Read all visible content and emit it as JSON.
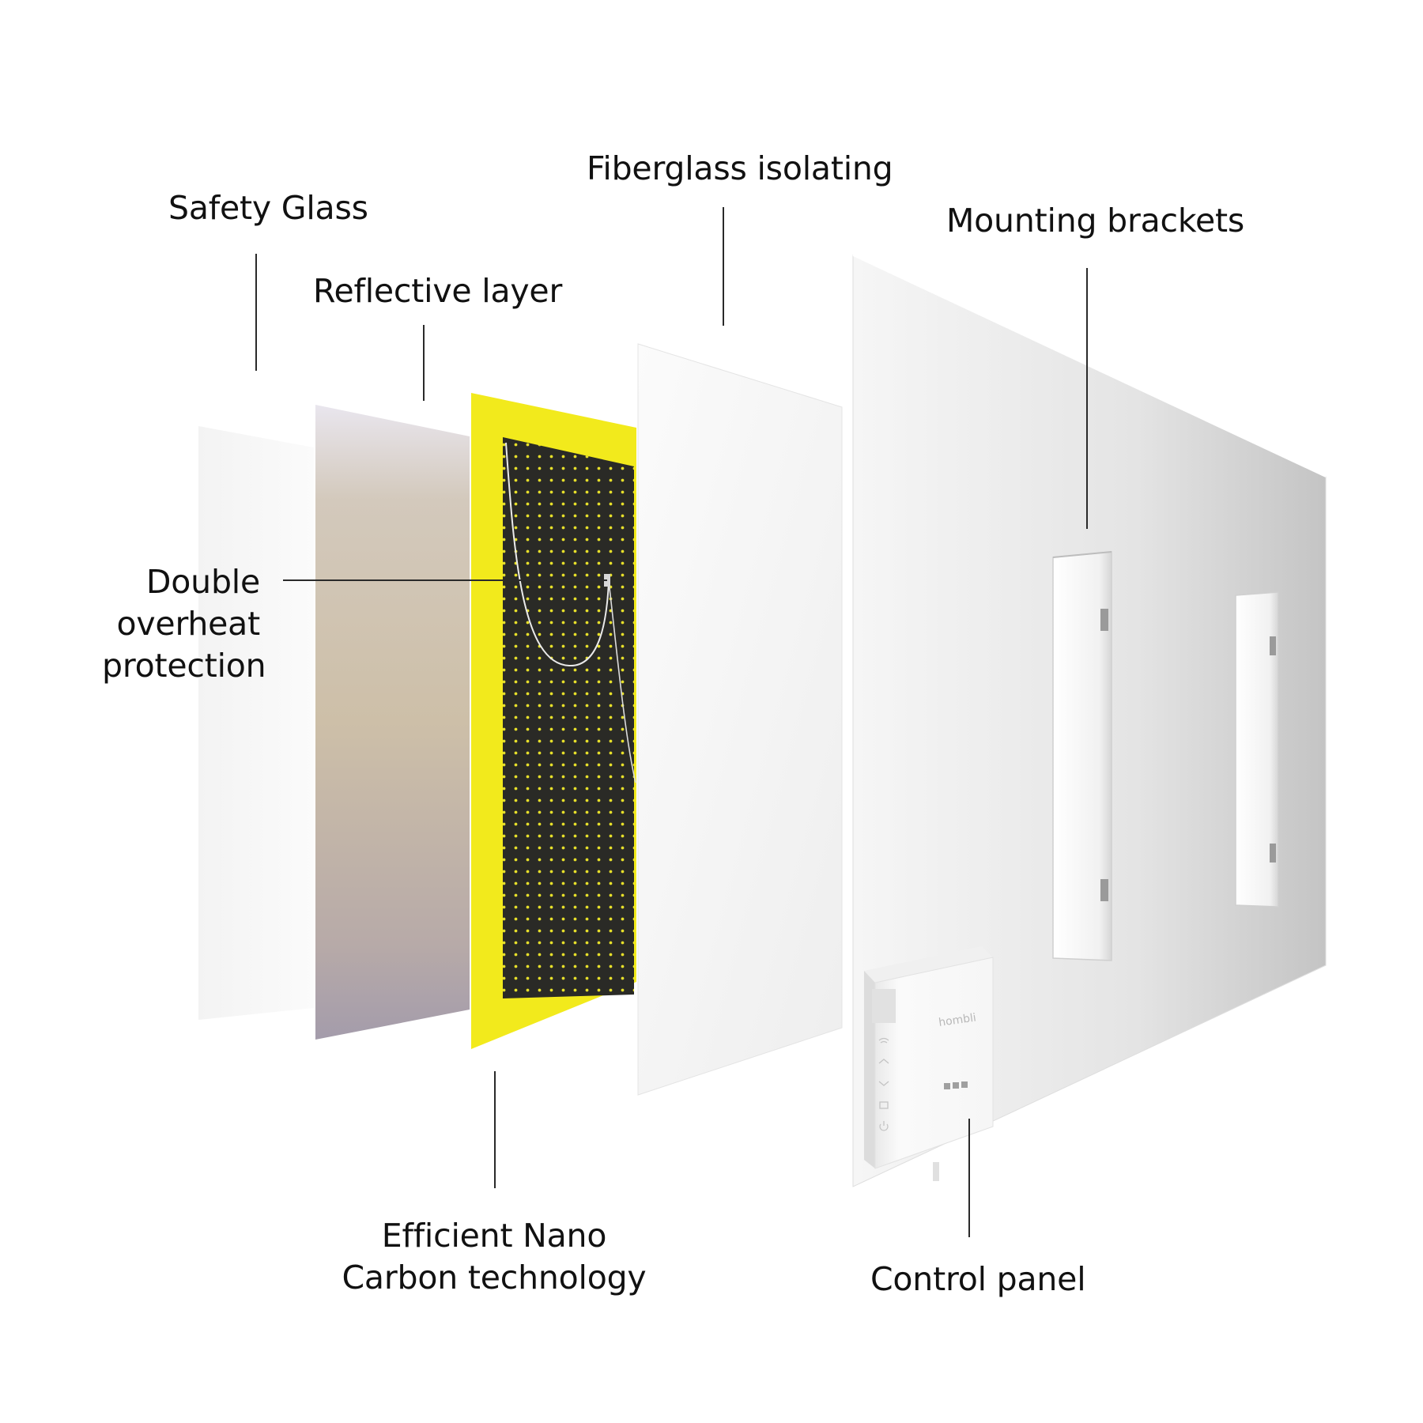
{
  "labels": {
    "safety_glass": "Safety Glass",
    "reflective_layer": "Reflective layer",
    "fiberglass_isolating": "Fiberglass isolating",
    "mounting_brackets": "Mounting brackets",
    "double_overheat": [
      "Double",
      "overheat",
      "protection"
    ],
    "nano_carbon": [
      "Efficient Nano",
      "Carbon technology"
    ],
    "control_panel": "Control panel"
  },
  "control_box": {
    "brand": "hombli"
  },
  "colors": {
    "heating_frame": "#f2ea1c",
    "heating_film": "#2a2a26",
    "heating_dots": "#e6df2a",
    "fiberglass": "#f4f4f4",
    "back_panel": "#e6e6e6",
    "text": "#111111"
  },
  "icons": [
    "wifi-icon",
    "chevron-up-icon",
    "chevron-down-icon",
    "timer-icon",
    "power-icon",
    "certification-marks-icon"
  ]
}
